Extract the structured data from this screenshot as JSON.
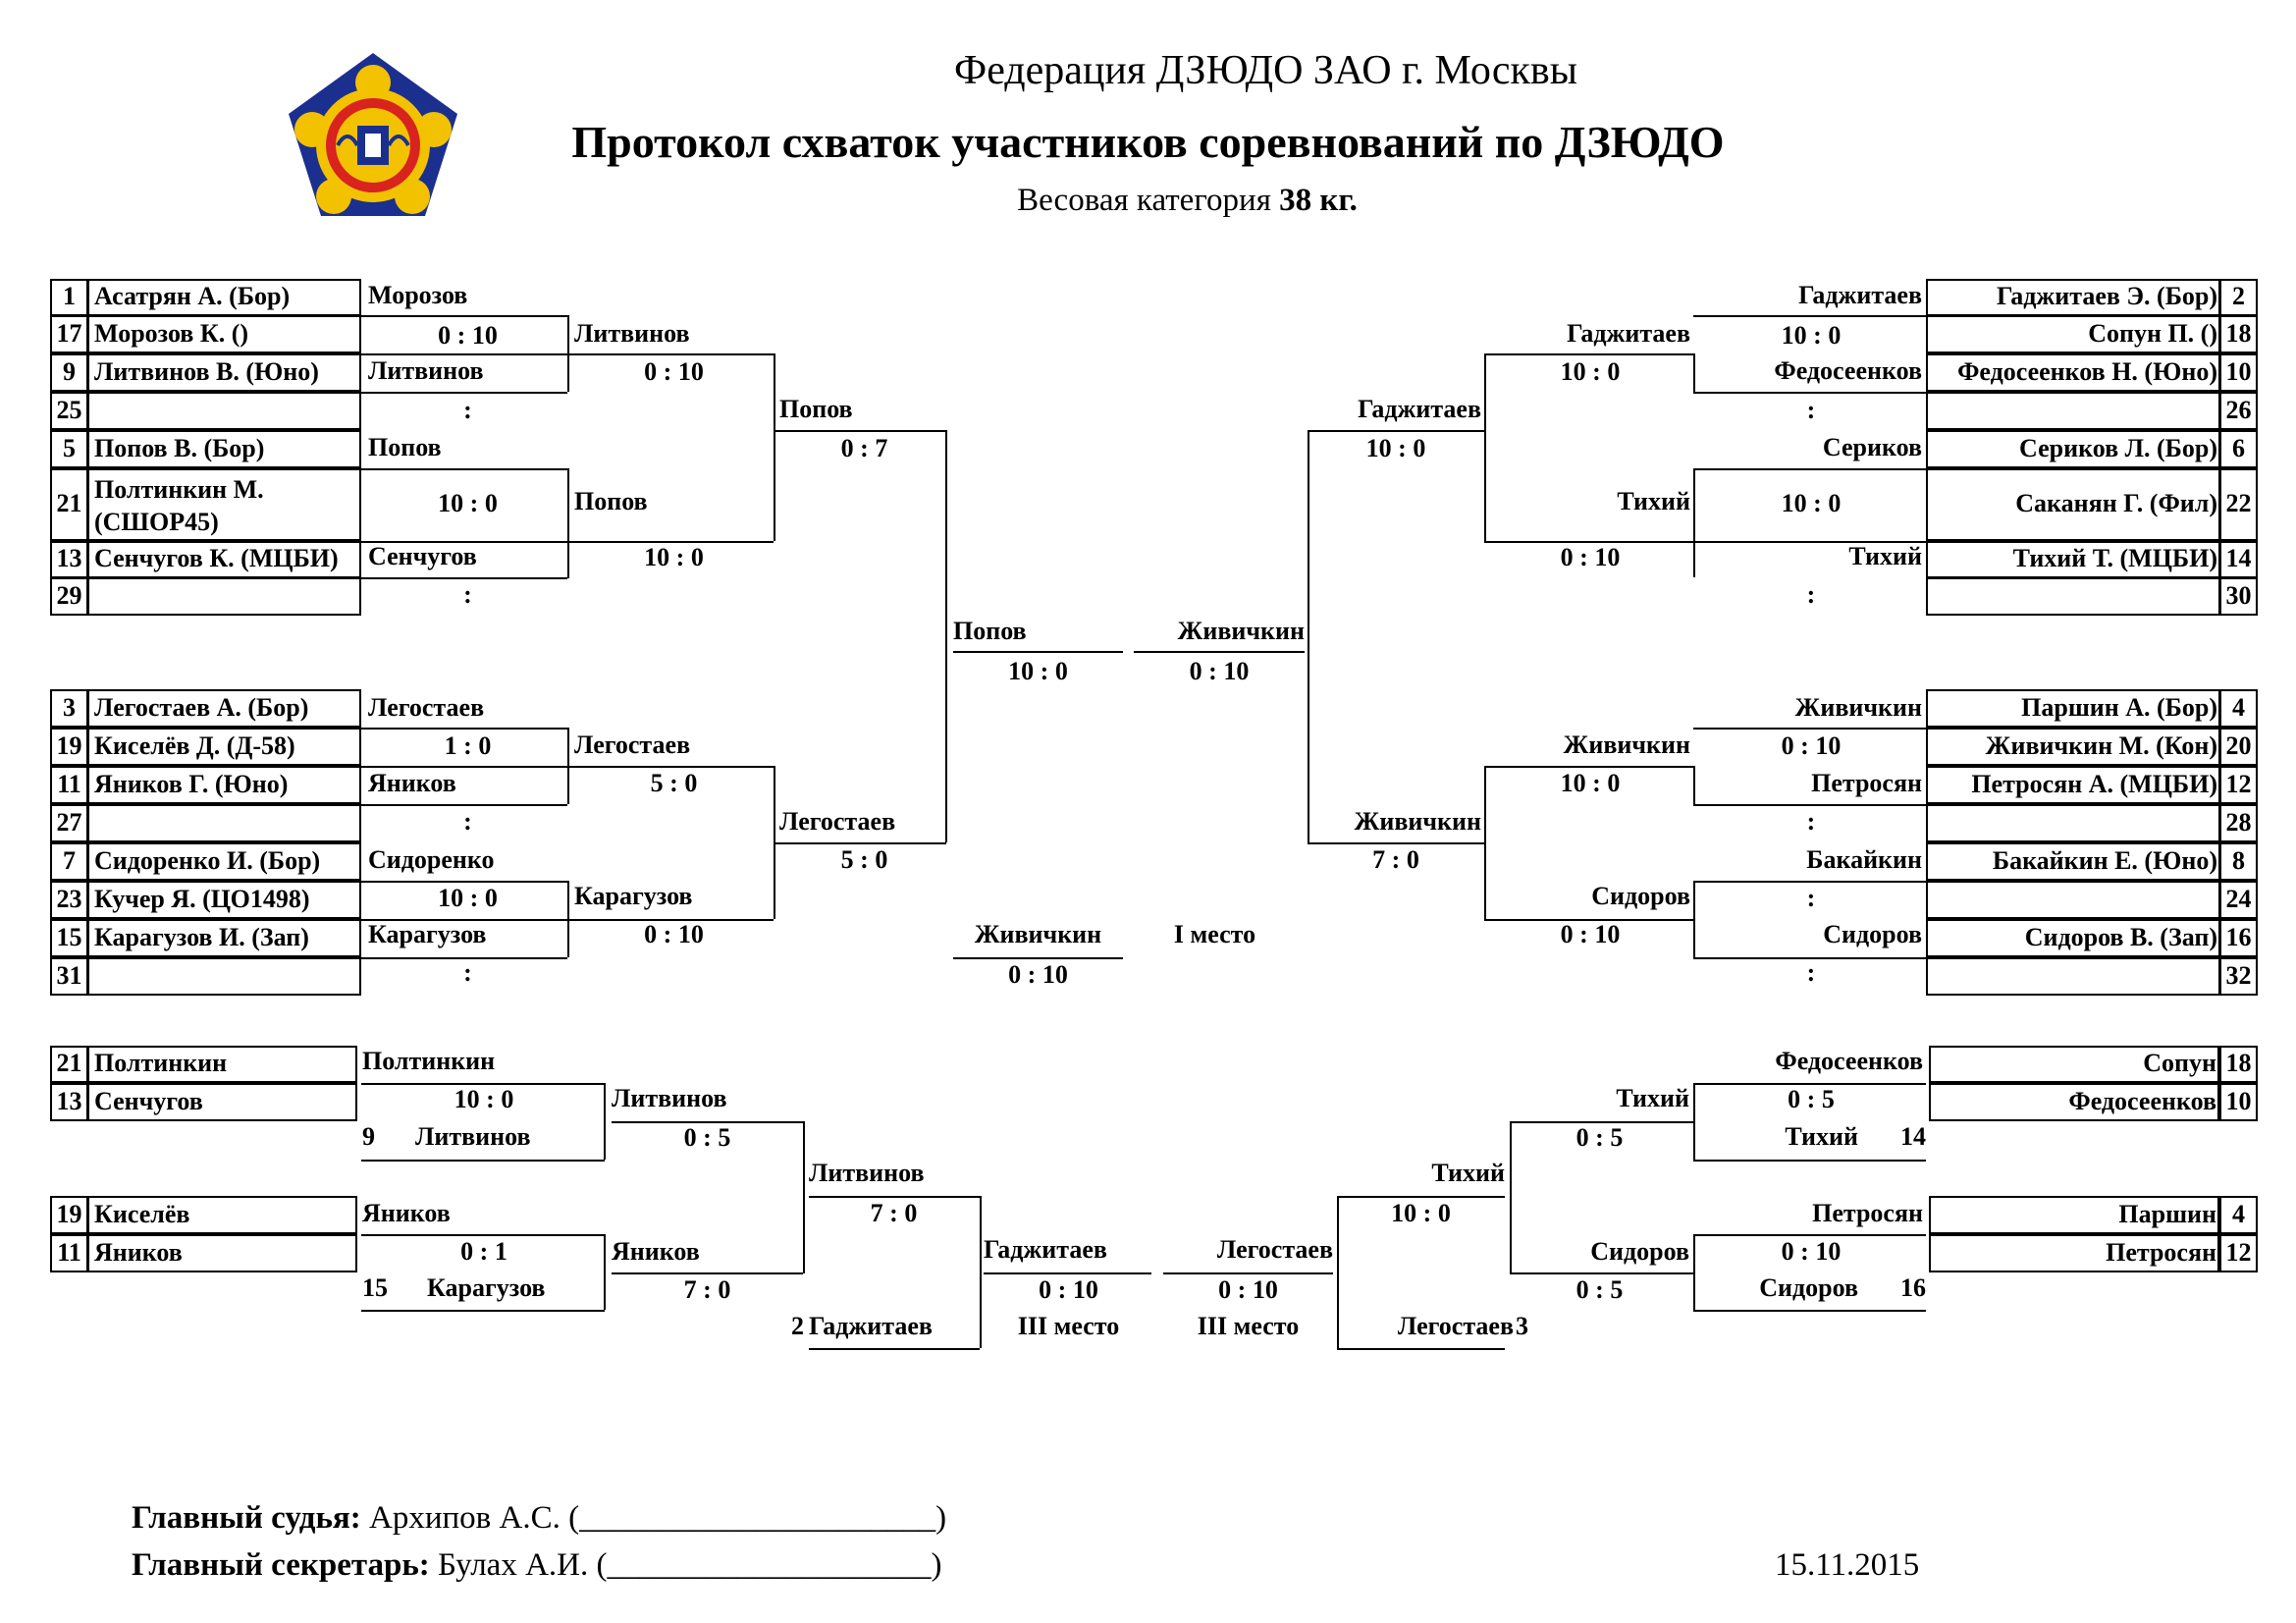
{
  "header": {
    "federation": "Федерация ДЗЮДО ЗАО г. Москвы",
    "title": "Протокол схваток участников соревнований по ДЗЮДО",
    "weight_prefix": "Весовая категория",
    "weight_value": "38 кг."
  },
  "main_left": [
    {
      "num": "1",
      "name": "Асатрян А. (Бор)"
    },
    {
      "num": "17",
      "name": "Морозов К. ()"
    },
    {
      "num": "9",
      "name": "Литвинов В. (Юно)"
    },
    {
      "num": "25",
      "name": ""
    },
    {
      "num": "5",
      "name": "Попов В. (Бор)"
    },
    {
      "num": "21",
      "name": "Полтинкин М. (СШОР45)"
    },
    {
      "num": "13",
      "name": "Сенчугов К. (МЦБИ)"
    },
    {
      "num": "29",
      "name": ""
    },
    {
      "num": "3",
      "name": "Легостаев А. (Бор)"
    },
    {
      "num": "19",
      "name": "Киселёв Д. (Д-58)"
    },
    {
      "num": "11",
      "name": "Яников Г. (Юно)"
    },
    {
      "num": "27",
      "name": ""
    },
    {
      "num": "7",
      "name": "Сидоренко И. (Бор)"
    },
    {
      "num": "23",
      "name": "Кучер Я. (ЦО1498)"
    },
    {
      "num": "15",
      "name": "Карагузов И. (Зап)"
    },
    {
      "num": "31",
      "name": ""
    }
  ],
  "main_right": [
    {
      "num": "2",
      "name": "Гаджитаев Э. (Бор)"
    },
    {
      "num": "18",
      "name": "Сопун П. ()"
    },
    {
      "num": "10",
      "name": "Федосеенков Н. (Юно)"
    },
    {
      "num": "26",
      "name": ""
    },
    {
      "num": "6",
      "name": "Сериков Л. (Бор)"
    },
    {
      "num": "22",
      "name": "Саканян Г. (Фил)"
    },
    {
      "num": "14",
      "name": "Тихий Т. (МЦБИ)"
    },
    {
      "num": "30",
      "name": ""
    },
    {
      "num": "4",
      "name": "Паршин А. (Бор)"
    },
    {
      "num": "20",
      "name": "Живичкин М. (Кон)"
    },
    {
      "num": "12",
      "name": "Петросян А. (МЦБИ)"
    },
    {
      "num": "28",
      "name": ""
    },
    {
      "num": "8",
      "name": "Бакайкин Е. (Юно)"
    },
    {
      "num": "24",
      "name": ""
    },
    {
      "num": "16",
      "name": "Сидоров В. (Зап)"
    },
    {
      "num": "32",
      "name": ""
    }
  ],
  "main_texts": [
    {
      "id": "r1a-w",
      "text": "Морозов"
    },
    {
      "id": "r1a-s",
      "text": "0 : 10"
    },
    {
      "id": "r1b-w",
      "text": "Литвинов"
    },
    {
      "id": "r1b-s",
      "text": ":"
    },
    {
      "id": "r1c-w",
      "text": "Попов"
    },
    {
      "id": "r1c-s",
      "text": "10 : 0"
    },
    {
      "id": "r1d-w",
      "text": "Сенчугов"
    },
    {
      "id": "r1d-s",
      "text": ":"
    },
    {
      "id": "r2a-w",
      "text": "Литвинов"
    },
    {
      "id": "r2a-s",
      "text": "0 : 10"
    },
    {
      "id": "r2b-w",
      "text": "Попов"
    },
    {
      "id": "r2b-s",
      "text": "10 : 0"
    },
    {
      "id": "r3a-w",
      "text": "Попов"
    },
    {
      "id": "r3a-s",
      "text": "0 : 7"
    },
    {
      "id": "r1e-w",
      "text": "Легостаев"
    },
    {
      "id": "r1e-s",
      "text": "1 : 0"
    },
    {
      "id": "r1f-w",
      "text": "Яников"
    },
    {
      "id": "r1f-s",
      "text": ":"
    },
    {
      "id": "r1g-w",
      "text": "Сидоренко"
    },
    {
      "id": "r1g-s",
      "text": "10 : 0"
    },
    {
      "id": "r1h-w",
      "text": "Карагузов"
    },
    {
      "id": "r1h-s",
      "text": ":"
    },
    {
      "id": "r2c-w",
      "text": "Легостаев"
    },
    {
      "id": "r2c-s",
      "text": "5 : 0"
    },
    {
      "id": "r2d-w",
      "text": "Карагузов"
    },
    {
      "id": "r2d-s",
      "text": "0 : 10"
    },
    {
      "id": "r3b-w",
      "text": "Легостаев"
    },
    {
      "id": "r3b-s",
      "text": "5 : 0"
    },
    {
      "id": "semi-l-w",
      "text": "Попов"
    },
    {
      "id": "semi-l-s",
      "text": "10 : 0"
    },
    {
      "id": "semi-r-w",
      "text": "Живичкин"
    },
    {
      "id": "semi-r-s",
      "text": "0 : 10"
    },
    {
      "id": "final-w",
      "text": "Живичкин"
    },
    {
      "id": "final-s",
      "text": "0 : 10"
    },
    {
      "id": "first-place",
      "text": "I место"
    },
    {
      "id": "R1a-w",
      "text": "Гаджитаев"
    },
    {
      "id": "R1a-s",
      "text": "10 : 0"
    },
    {
      "id": "R1b-w",
      "text": "Федосеенков"
    },
    {
      "id": "R1b-s",
      "text": ":"
    },
    {
      "id": "R1c-w",
      "text": "Сериков"
    },
    {
      "id": "R1c-s",
      "text": "10 : 0"
    },
    {
      "id": "R1d-w",
      "text": "Тихий"
    },
    {
      "id": "R1d-s",
      "text": ":"
    },
    {
      "id": "R2a-w",
      "text": "Гаджитаев"
    },
    {
      "id": "R2a-s",
      "text": "10 : 0"
    },
    {
      "id": "R2b-w",
      "text": "Тихий"
    },
    {
      "id": "R2b-s",
      "text": "0 : 10"
    },
    {
      "id": "R3a-w",
      "text": "Гаджитаев"
    },
    {
      "id": "R3a-s",
      "text": "10 : 0"
    },
    {
      "id": "R1e-w",
      "text": "Живичкин"
    },
    {
      "id": "R1e-s",
      "text": "0 : 10"
    },
    {
      "id": "R1f-w",
      "text": "Петросян"
    },
    {
      "id": "R1f-s",
      "text": ":"
    },
    {
      "id": "R1g-w",
      "text": "Бакайкин"
    },
    {
      "id": "R1g-s",
      "text": ":"
    },
    {
      "id": "R1h-w",
      "text": "Сидоров"
    },
    {
      "id": "R1h-s",
      "text": ":"
    },
    {
      "id": "R2c-w",
      "text": "Живичкин"
    },
    {
      "id": "R2c-s",
      "text": "10 : 0"
    },
    {
      "id": "R2d-w",
      "text": "Сидоров"
    },
    {
      "id": "R2d-s",
      "text": "0 : 10"
    },
    {
      "id": "R3b-w",
      "text": "Живичкин"
    },
    {
      "id": "R3b-s",
      "text": "7 : 0"
    }
  ],
  "repechage_left": [
    {
      "num": "21",
      "name": "Полтинкин"
    },
    {
      "num": "13",
      "name": "Сенчугов"
    },
    {
      "num": "19",
      "name": "Киселёв"
    },
    {
      "num": "11",
      "name": "Яников"
    }
  ],
  "repechage_right": [
    {
      "num": "18",
      "name": "Сопун"
    },
    {
      "num": "10",
      "name": "Федосеенков"
    },
    {
      "num": "4",
      "name": "Паршин"
    },
    {
      "num": "12",
      "name": "Петросян"
    }
  ],
  "repechage_texts": [
    {
      "id": "rl1-w",
      "text": "Полтинкин"
    },
    {
      "id": "rl1-s",
      "text": "10 : 0"
    },
    {
      "id": "rl1-n",
      "text": "9"
    },
    {
      "id": "rl1-p",
      "text": "Литвинов"
    },
    {
      "id": "rl2-w",
      "text": "Литвинов"
    },
    {
      "id": "rl2-s",
      "text": "0 : 5"
    },
    {
      "id": "rl3-w",
      "text": "Литвинов"
    },
    {
      "id": "rl3-s",
      "text": "7 : 0"
    },
    {
      "id": "rl4-w",
      "text": "Яников"
    },
    {
      "id": "rl4-s",
      "text": "0 : 1"
    },
    {
      "id": "rl4-n",
      "text": "15"
    },
    {
      "id": "rl4-p",
      "text": "Карагузов"
    },
    {
      "id": "rl5-w",
      "text": "Яников"
    },
    {
      "id": "rl5-s",
      "text": "7 : 0"
    },
    {
      "id": "bl-n",
      "text": "2"
    },
    {
      "id": "bl-p",
      "text": "Гаджитаев"
    },
    {
      "id": "bl-w",
      "text": "Гаджитаев"
    },
    {
      "id": "bl-s",
      "text": "0 : 10"
    },
    {
      "id": "bl-place",
      "text": "III место"
    },
    {
      "id": "br-w",
      "text": "Легостаев"
    },
    {
      "id": "br-s",
      "text": "0 : 10"
    },
    {
      "id": "br-place",
      "text": "III место"
    },
    {
      "id": "br-p",
      "text": "Легостаев"
    },
    {
      "id": "br-n",
      "text": "3"
    },
    {
      "id": "rr1-w",
      "text": "Федосеенков"
    },
    {
      "id": "rr1-s",
      "text": "0 : 5"
    },
    {
      "id": "rr1-p",
      "text": "Тихий"
    },
    {
      "id": "rr1-n",
      "text": "14"
    },
    {
      "id": "rr2-w",
      "text": "Тихий"
    },
    {
      "id": "rr2-s",
      "text": "0 : 5"
    },
    {
      "id": "rr3-w",
      "text": "Тихий"
    },
    {
      "id": "rr3-s",
      "text": "10 : 0"
    },
    {
      "id": "rr4-w",
      "text": "Петросян"
    },
    {
      "id": "rr4-s",
      "text": "0 : 10"
    },
    {
      "id": "rr4-p",
      "text": "Сидоров"
    },
    {
      "id": "rr4-n",
      "text": "16"
    },
    {
      "id": "rr5-w",
      "text": "Сидоров"
    },
    {
      "id": "rr5-s",
      "text": "0 : 5"
    }
  ],
  "footer": {
    "judge_label": "Главный судья:",
    "judge_name": "Архипов А.С. (______________________)",
    "secretary_label": "Главный секретарь:",
    "secretary_name": "Булах А.И. (____________________)",
    "date": "15.11.2015"
  },
  "colors": {
    "ink": "#000000",
    "paper": "#ffffff",
    "logo_blue": "#1b2f8f",
    "logo_gold": "#f2c200",
    "logo_red": "#d8231f"
  },
  "icons": {
    "logo": "federation-emblem-icon"
  }
}
